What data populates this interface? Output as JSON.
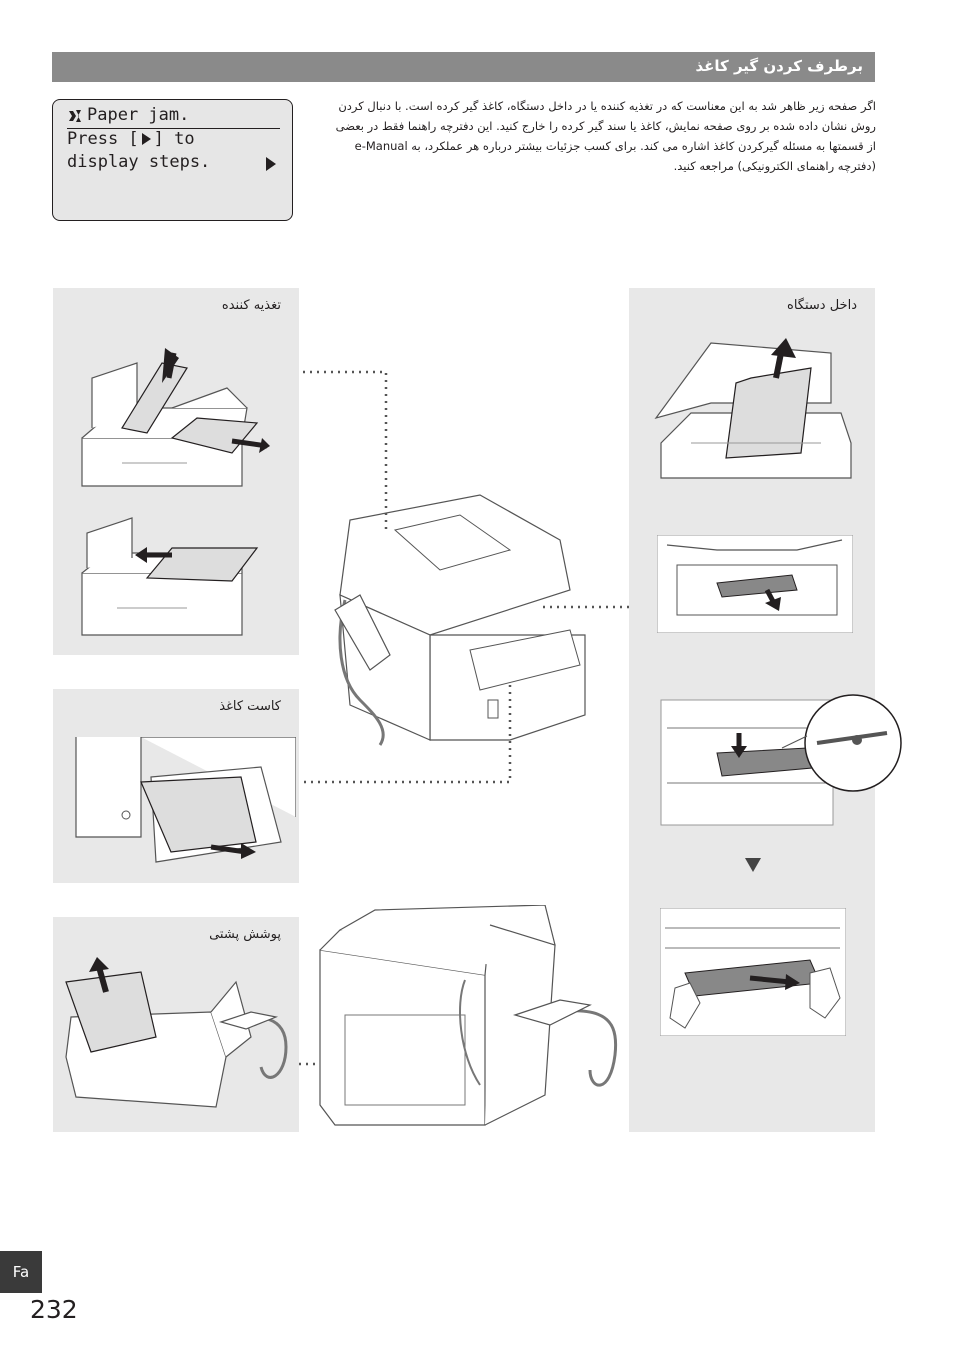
{
  "header": {
    "title": "برطرف کردن گیر کاغذ"
  },
  "lcd": {
    "line1": "Paper jam.",
    "line2_prefix": "Press [",
    "line2_suffix": "] to",
    "line3": "display steps."
  },
  "intro": {
    "lines": [
      "اگر صفحه زیر ظاهر شد به این معناست که در تغذیه کننده یا در داخل دستگاه، کاغذ گیر کرده است. با دنبال کردن",
      "روش نشان داده شده بر روی صفحه نمایش، کاغذ یا سند گیر کرده را خارج کنید. این دفترچه راهنما فقط در بعضی",
      "از قسمتها به مسئله گیرکردن کاغذ اشاره می کند. برای کسب جزئیات بیشتر درباره هر عملکرد، به e-Manual",
      "(دفترچه راهنمای الکترونیکی) مراجعه کنید."
    ]
  },
  "panels": {
    "feeder": {
      "title": "تغذیه کننده"
    },
    "inside": {
      "title": "داخل دستگاه"
    },
    "cassette": {
      "title": "کاست کاغذ"
    },
    "back_cover": {
      "title": "پوشش پشتی"
    }
  },
  "footer": {
    "lang_tab": "Fa",
    "page_number": "232"
  }
}
